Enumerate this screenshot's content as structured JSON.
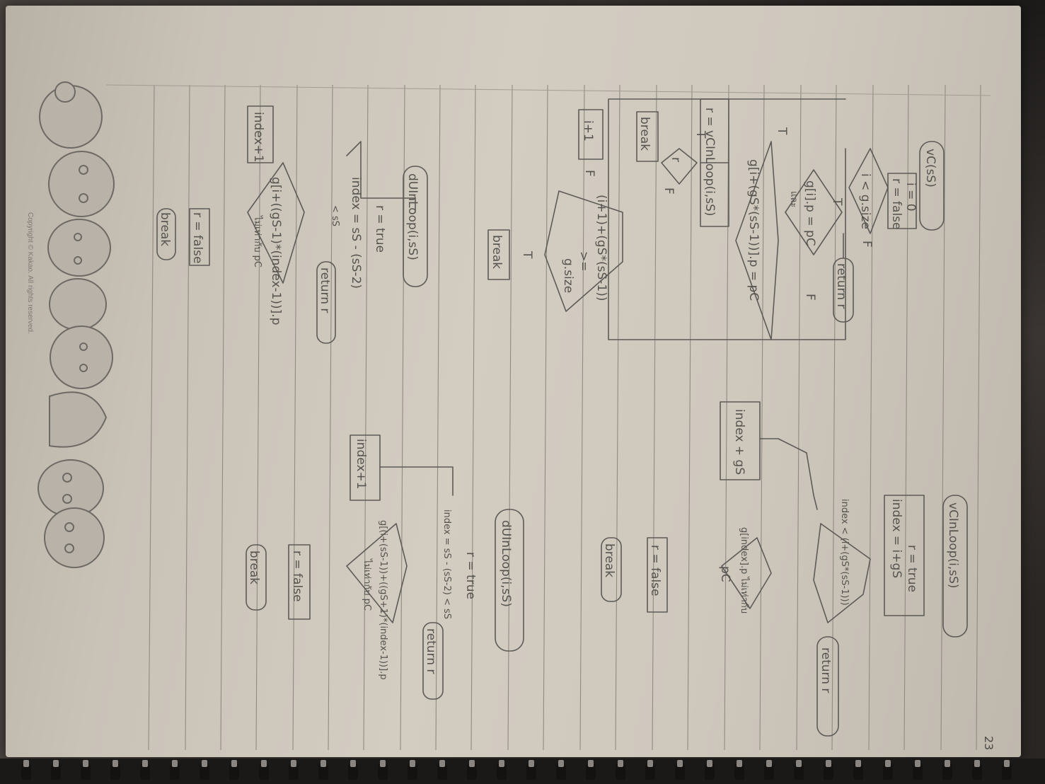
{
  "page": {
    "number": "23",
    "copyright": "Copyright © Kakao. All rights reserved."
  },
  "flow_main": {
    "title": "vC(sS)",
    "init": [
      "r = false",
      "i = 0"
    ],
    "loop_cond": "i < g.size",
    "exit_label": "F",
    "return_label": "return r",
    "cond1": "g[i].p = pC",
    "cond1_note": "และ",
    "cond2": "g[i+(gS*(sS-1))].p = pC",
    "assign": "r = vCInLoop(i,sS)",
    "check_r": "r",
    "break1": "break",
    "inc": "i+1",
    "cond3": "(i+1)+(gS*(sS-1))",
    "cond3_op": ">=",
    "cond3_rhs": "g.size",
    "break2": "break",
    "T": "T",
    "F": "F"
  },
  "flow_d": {
    "title": "dUInLoop(i,sS)",
    "init": "r = true",
    "cond1": "index = sS - (sS-2)",
    "cond1_b": "< sS",
    "return_label": "return r",
    "cond2": "g[i+((gS-1)*(index-1))].p",
    "cond2_b": "ไม่เท่ากับ pC",
    "inc": "index+1",
    "set_false": "r = false",
    "break": "break"
  },
  "flow_vin": {
    "title": "vCInLoop(i,sS)",
    "init": [
      "r = true",
      "index = i+gS"
    ],
    "cond1": "index < (i+(gS*(sS-1)))",
    "return_label": "return r",
    "cond2": "g[index].p ไม่เท่ากับ",
    "cond2_b": "pC",
    "set_false": "r = false",
    "break": "break",
    "inc": "index + gS"
  },
  "flow_dU": {
    "title": "dUInLoop(i,sS)",
    "init": "r = true",
    "cond1": "index = sS - (sS-2) < sS",
    "return_label": "return r",
    "cond2": "g[(i+(sS-1))+((gS+1)*(index-1))].p",
    "cond2_b": "ไม่เท่ากับ pC",
    "inc": "index+1",
    "set_false": "r = false",
    "break": "break"
  }
}
